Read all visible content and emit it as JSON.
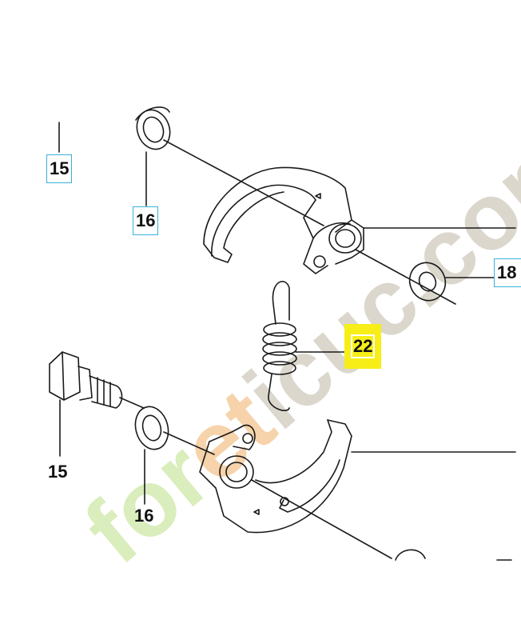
{
  "labels": {
    "top_left_15": "15",
    "top_16": "16",
    "right_18": "18",
    "spring_22": "22",
    "bottom_15": "15",
    "bottom_16": "16"
  },
  "watermark": {
    "text_prefix": "for",
    "text_highlight": "et",
    "text_suffix": "icuc.com",
    "color_green": "#d6ecb5",
    "color_orange": "#f6cfa1",
    "color_grey": "#d8d3c8"
  },
  "colors": {
    "line": "#1a1a1a",
    "label_box": "#39b0d8",
    "highlight": "#f7ee17"
  }
}
